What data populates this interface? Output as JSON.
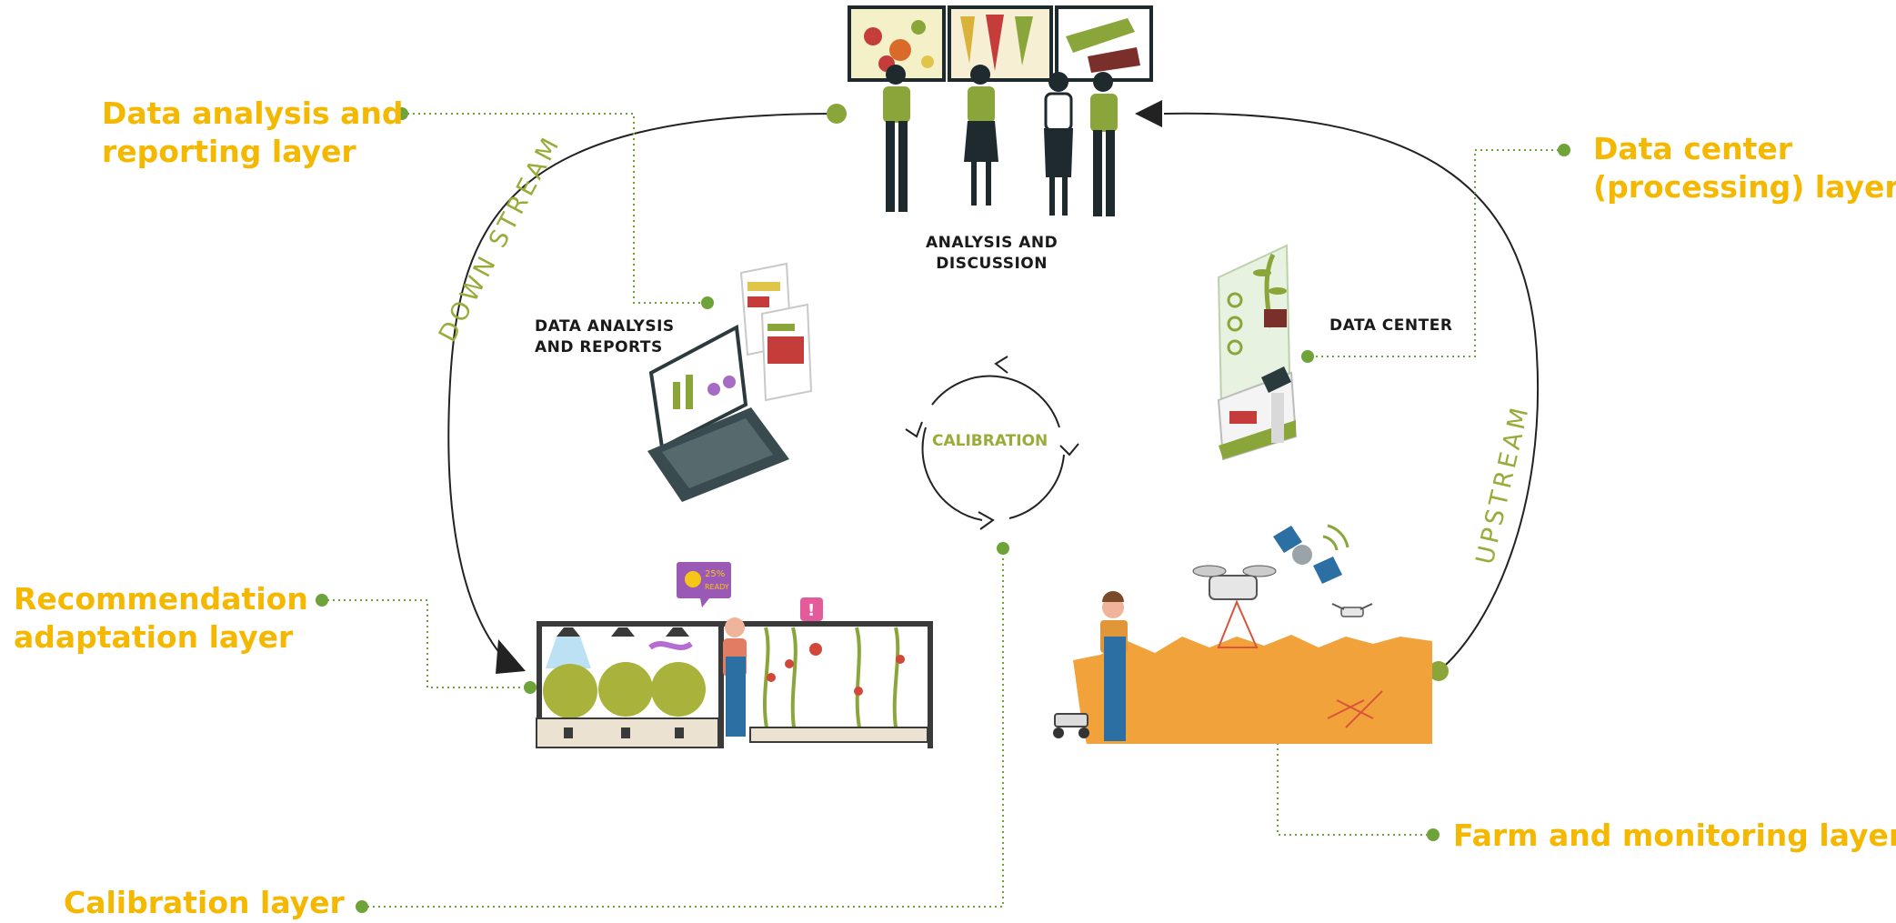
{
  "labels": {
    "data_analysis_layer": [
      "Data analysis and",
      "reporting layer"
    ],
    "data_center_layer": [
      "Data center",
      "(processing) layer"
    ],
    "recommendation_layer": [
      "Recommendation",
      "adaptation layer"
    ],
    "calibration_layer": "Calibration layer",
    "farm_layer": "Farm and monitoring layer"
  },
  "captions": {
    "analysis_discussion": [
      "ANALYSIS AND",
      "DISCUSSION"
    ],
    "data_analysis_reports": [
      "DATA ANALYSIS",
      "AND REPORTS"
    ],
    "data_center": "DATA CENTER",
    "calibration": "CALIBRATION",
    "bubble_text": [
      "25%",
      "READY"
    ]
  },
  "streams": {
    "downstream": "DOWN STREAM",
    "upstream": "UPSTREAM"
  },
  "colors": {
    "label": "#f5b800",
    "connector": "#6ea33a",
    "stream_text": "#9aab3a",
    "figure_green": "#8aa63a",
    "field": "#f2a23a",
    "dark": "#1f2a2e"
  }
}
